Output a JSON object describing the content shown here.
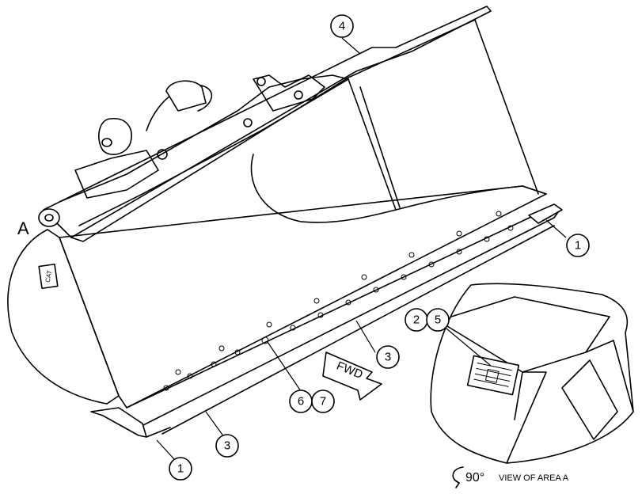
{
  "callouts": {
    "c1_right": "1",
    "c1_bottom": "1",
    "c2": "2",
    "c3_mid": "3",
    "c3_bottom": "3",
    "c4": "4",
    "c5": "5",
    "c6": "6",
    "c7": "7"
  },
  "labels": {
    "area_marker": "A",
    "fwd": "FWD",
    "rotation": "90°",
    "view_caption": "VIEW OF AREA  A",
    "logo": "CAT"
  }
}
